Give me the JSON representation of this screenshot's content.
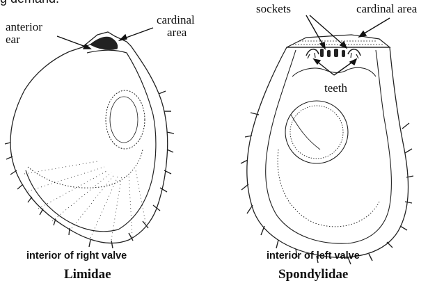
{
  "header_fragment": "g demand.",
  "limidae": {
    "label_anterior": "anterior",
    "label_ear": "ear",
    "label_cardinal": "cardinal",
    "label_area": "area",
    "caption": "interior of right valve",
    "family": "Limidae"
  },
  "spondylidae": {
    "label_sockets": "sockets",
    "label_cardinal_area": "cardinal area",
    "label_teeth": "teeth",
    "caption": "interior of left valve",
    "family": "Spondylidae"
  }
}
